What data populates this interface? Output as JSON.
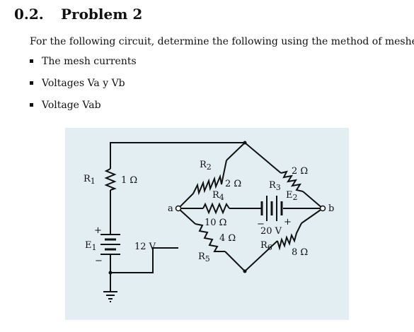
{
  "section": {
    "number": "0.2.",
    "title": "Problem 2"
  },
  "intro": "For the following circuit, determine the following using the method of meshes:",
  "items": [
    "The mesh currents",
    "Voltages Va y Vb",
    "Voltage Vab"
  ],
  "circuit": {
    "background_color": "#e3eef3",
    "r1": {
      "name": "R",
      "sub": "1",
      "value": "1 Ω"
    },
    "e1": {
      "name": "E",
      "sub": "1",
      "value": "12 V",
      "plus": "+",
      "minus": "−"
    },
    "r2": {
      "name": "R",
      "sub": "2",
      "value": "2 Ω"
    },
    "r3": {
      "name": "R",
      "sub": "3",
      "value": "2 Ω"
    },
    "r4": {
      "name": "R",
      "sub": "4",
      "value": "10 Ω"
    },
    "r5": {
      "name": "R",
      "sub": "5",
      "value": "4 Ω"
    },
    "r6": {
      "name": "R",
      "sub": "6",
      "value": "8 Ω"
    },
    "e2": {
      "name": "E",
      "sub": "2",
      "value": "20 V",
      "plus": "+",
      "minus": "−"
    },
    "node_a": "a",
    "node_b": "b"
  }
}
